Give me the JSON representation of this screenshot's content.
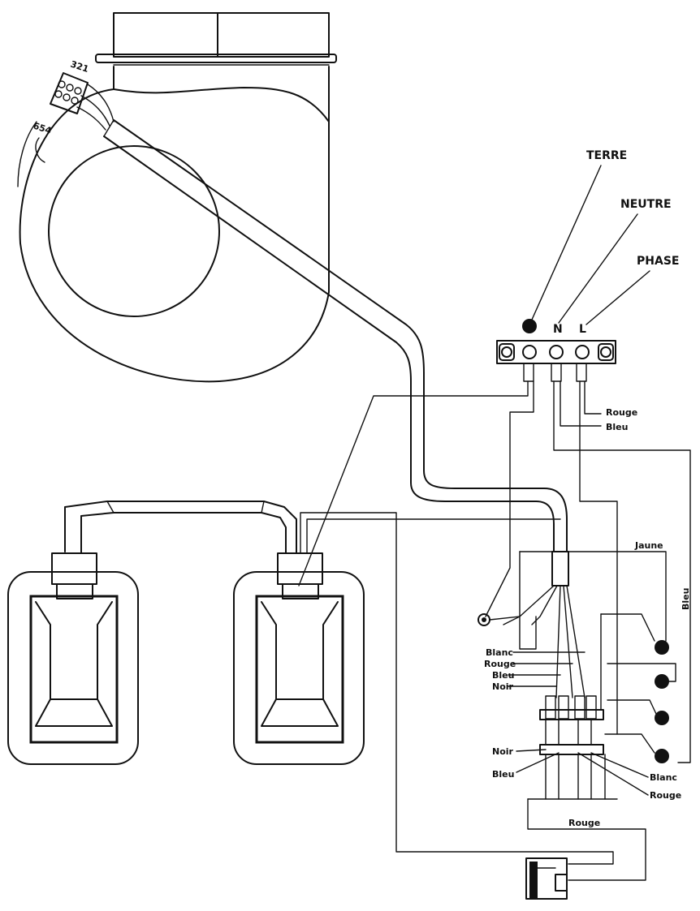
{
  "terminal": {
    "terre": "TERRE",
    "neutre": "NEUTRE",
    "phase": "PHASE",
    "symbol_n": "N",
    "symbol_l": "L"
  },
  "connector_pins": {
    "top": "321",
    "bottom": "654"
  },
  "wire_labels": {
    "rouge_top": "Rouge",
    "bleu_top": "Bleu",
    "jaune": "Jaune",
    "bleu_right": "Bleu",
    "blanc_left": "Blanc",
    "rouge_left": "Rouge",
    "bleu_left": "Bleu",
    "noir_left": "Noir",
    "noir_lower": "Noir",
    "bleu_lower": "Bleu",
    "blanc_right": "Blanc",
    "rouge_right": "Rouge",
    "rouge_bottom": "Rouge"
  }
}
